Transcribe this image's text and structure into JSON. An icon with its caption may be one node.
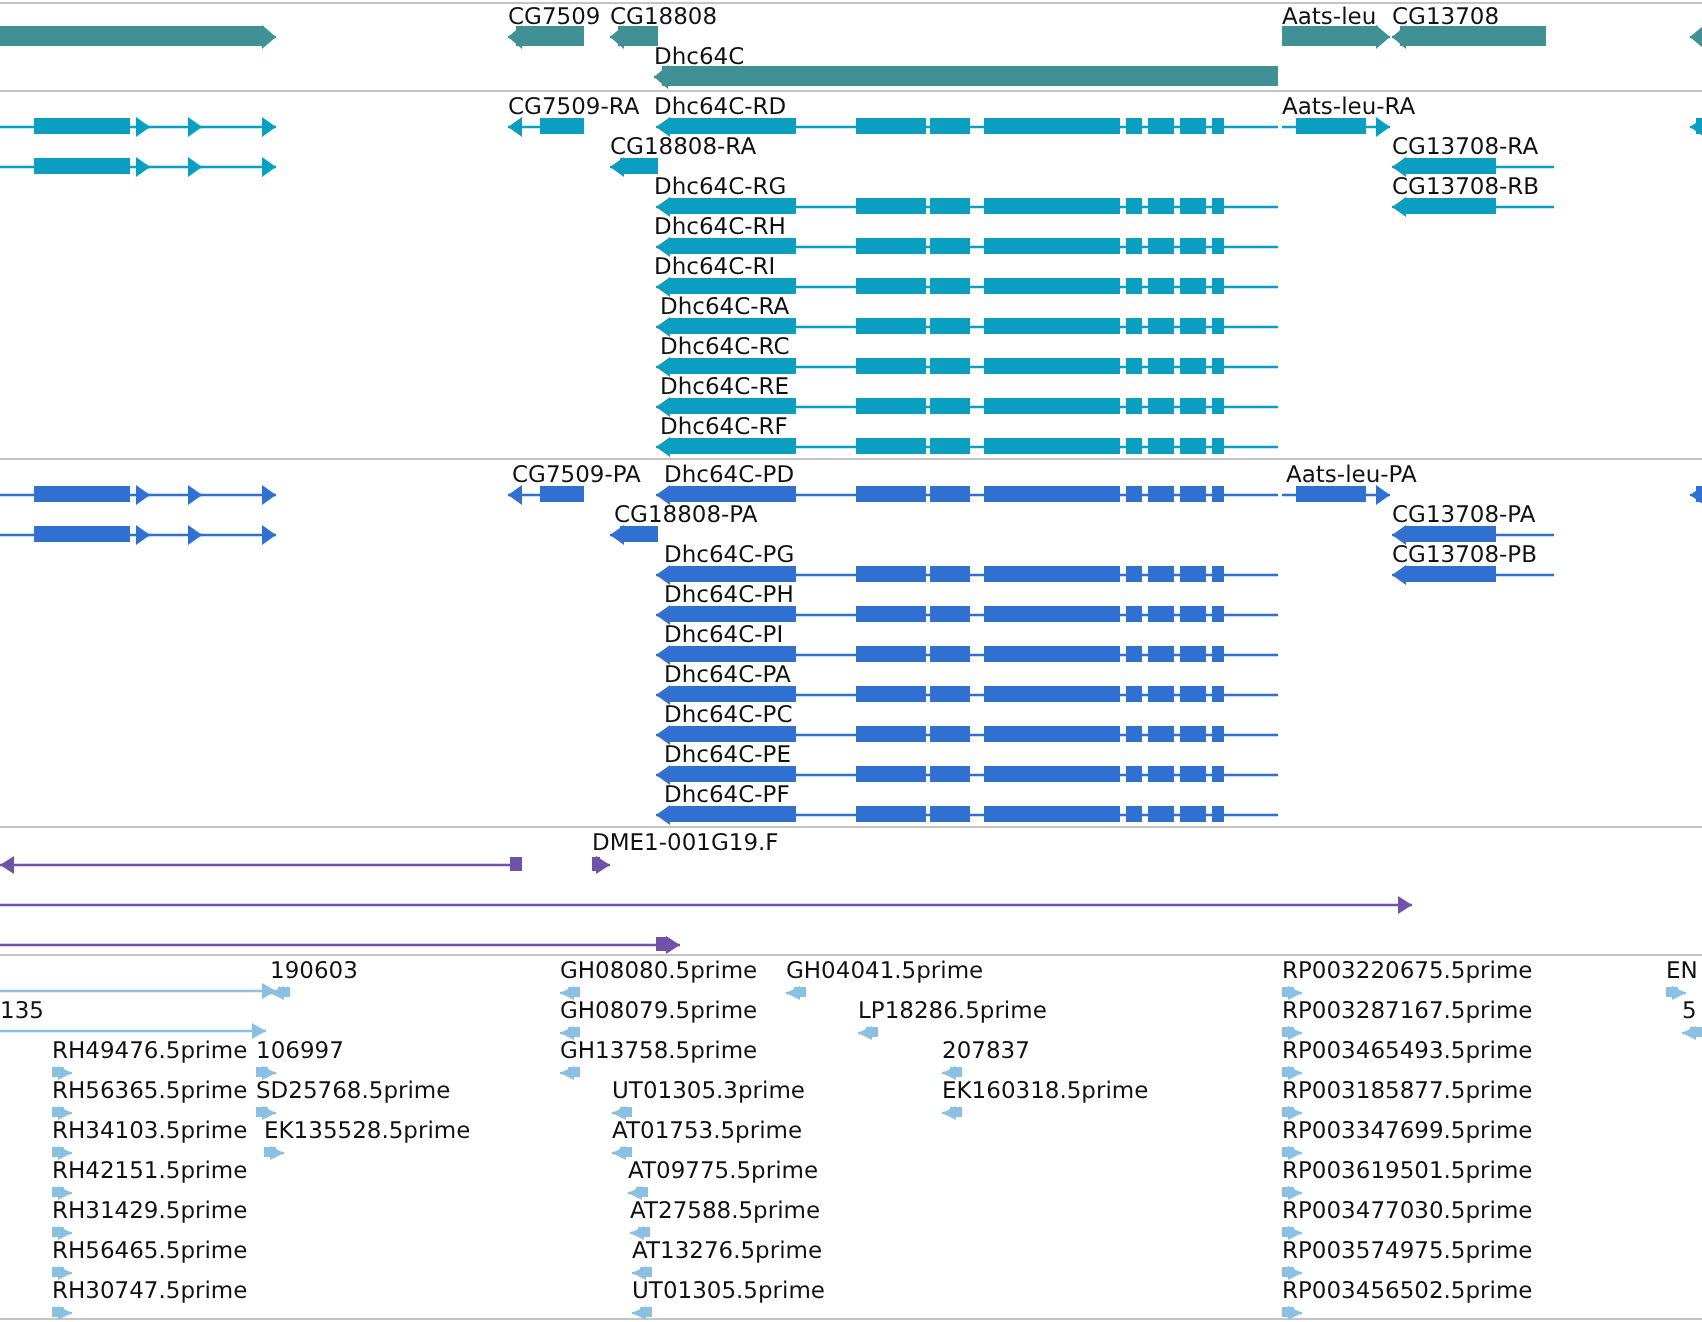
{
  "diagram": {
    "labels": [
      "CG7509",
      "CG18808",
      "Aats-leu",
      "CG13708",
      "Dhc64C",
      "CG7509-RA",
      "Dhc64C-RD",
      "Aats-leu-RA",
      "CG18808-RA",
      "CG13708-RA",
      "Dhc64C-RG",
      "CG13708-RB",
      "Dhc64C-RH",
      "Dhc64C-RI",
      "Dhc64C-RA",
      "Dhc64C-RC",
      "Dhc64C-RE",
      "Dhc64C-RF",
      "CG7509-PA",
      "Dhc64C-PD",
      "Aats-leu-PA",
      "CG18808-PA",
      "CG13708-PA",
      "Dhc64C-PG",
      "CG13708-PB",
      "Dhc64C-PH",
      "Dhc64C-PI",
      "Dhc64C-PA",
      "Dhc64C-PC",
      "Dhc64C-PE",
      "Dhc64C-PF",
      "DME1-001G19.F",
      "190603",
      "GH08080.5prime",
      "GH04041.5prime",
      "RP003220675.5prime",
      "EN",
      "135",
      "GH08079.5prime",
      "LP18286.5prime",
      "RP003287167.5prime",
      "5",
      "RH49476.5prime",
      "106997",
      "GH13758.5prime",
      "207837",
      "RP003465493.5prime",
      "RH56365.5prime",
      "SD25768.5prime",
      "UT01305.3prime",
      "EK160318.5prime",
      "RP003185877.5prime",
      "RH34103.5prime",
      "EK135528.5prime",
      "AT01753.5prime",
      "RP003347699.5prime",
      "RH42151.5prime",
      "AT09775.5prime",
      "RP003619501.5prime",
      "RH31429.5prime",
      "AT27588.5prime",
      "RP003477030.5prime",
      "RH56465.5prime",
      "AT13276.5prime",
      "RP003574975.5prime",
      "RH30747.5prime",
      "UT01305.5prime",
      "RP003456502.5prime"
    ]
  }
}
